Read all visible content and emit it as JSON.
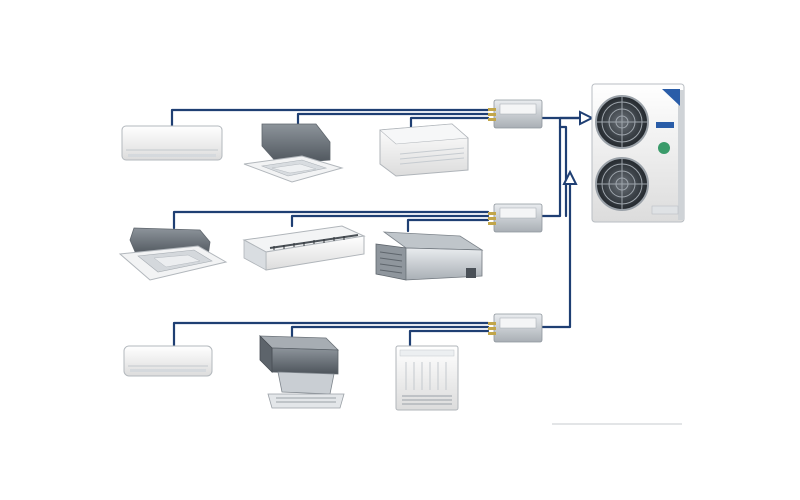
{
  "diagram": {
    "type": "vrf-multi-split-air-conditioning-system",
    "pipe_color": "#1f3f73",
    "outdoor_unit": {
      "icon": "outdoor-condenser-unit-icon",
      "fans": 2,
      "accent_color": "#3a9b6a",
      "logo_color": "#2a5da8"
    },
    "branch_boxes": [
      {
        "icon": "branch-box-icon",
        "connections": 3
      },
      {
        "icon": "branch-box-icon",
        "connections": 3
      },
      {
        "icon": "branch-box-icon",
        "connections": 3
      }
    ],
    "indoor_rows": [
      {
        "units": [
          {
            "icon": "wall-mounted-unit-icon",
            "kind": "wall-mounted"
          },
          {
            "icon": "ceiling-cassette-unit-icon",
            "kind": "compact-cassette"
          },
          {
            "icon": "ceiling-floor-unit-icon",
            "kind": "ceiling-floor"
          }
        ]
      },
      {
        "units": [
          {
            "icon": "ceiling-cassette-unit-icon",
            "kind": "4-way-cassette"
          },
          {
            "icon": "ceiling-suspended-unit-icon",
            "kind": "ceiling-suspended"
          },
          {
            "icon": "ducted-unit-icon",
            "kind": "slim-duct"
          }
        ]
      },
      {
        "units": [
          {
            "icon": "wall-mounted-unit-icon",
            "kind": "wall-mounted"
          },
          {
            "icon": "ducted-unit-icon",
            "kind": "high-static-duct"
          },
          {
            "icon": "floor-standing-unit-icon",
            "kind": "floor-standing"
          }
        ]
      }
    ]
  }
}
